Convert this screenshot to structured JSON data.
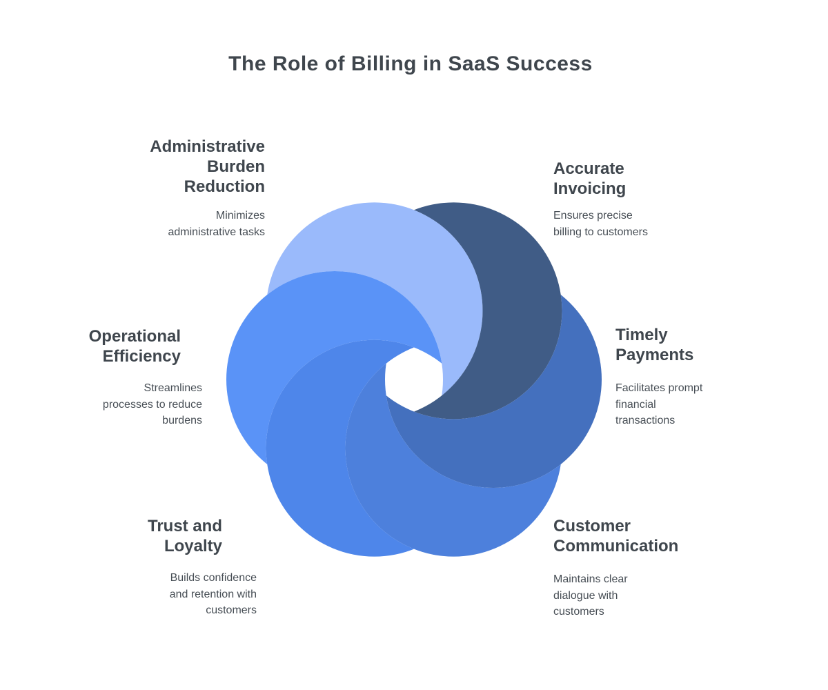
{
  "title": "The Role of Billing in SaaS Success",
  "items": [
    {
      "id": "administrative-burden-reduction",
      "heading": "Administrative\nBurden\nReduction",
      "body": "Minimizes\nadministrative tasks"
    },
    {
      "id": "accurate-invoicing",
      "heading": "Accurate\nInvoicing",
      "body": "Ensures precise\nbilling to customers"
    },
    {
      "id": "timely-payments",
      "heading": "Timely\nPayments",
      "body": "Facilitates prompt\nfinancial\ntransactions"
    },
    {
      "id": "customer-communication",
      "heading": "Customer\nCommunication",
      "body": "Maintains clear\ndialogue with\ncustomers"
    },
    {
      "id": "trust-and-loyalty",
      "heading": "Trust and\nLoyalty",
      "body": "Builds confidence\nand retention with\ncustomers"
    },
    {
      "id": "operational-efficiency",
      "heading": "Operational\nEfficiency",
      "body": "Streamlines\nprocesses to reduce\nburdens"
    }
  ],
  "flower": {
    "description": "six-petal swirl pinwheel, blue gradient, hexagonal hole in center",
    "petals": [
      {
        "name": "petal-top-left-lightest",
        "color": "#9ABAFB"
      },
      {
        "name": "petal-top-right-darkest",
        "color": "#405C86"
      },
      {
        "name": "petal-right-dark",
        "color": "#4470BE"
      },
      {
        "name": "petal-bottom",
        "color": "#4D80DC"
      },
      {
        "name": "petal-bottom-left",
        "color": "#4E86EA"
      },
      {
        "name": "petal-left-bright",
        "color": "#5A93F7"
      }
    ]
  },
  "colors": {
    "background": "#FFFFFF",
    "heading_text": "#3F464D",
    "body_text": "#474E55"
  }
}
